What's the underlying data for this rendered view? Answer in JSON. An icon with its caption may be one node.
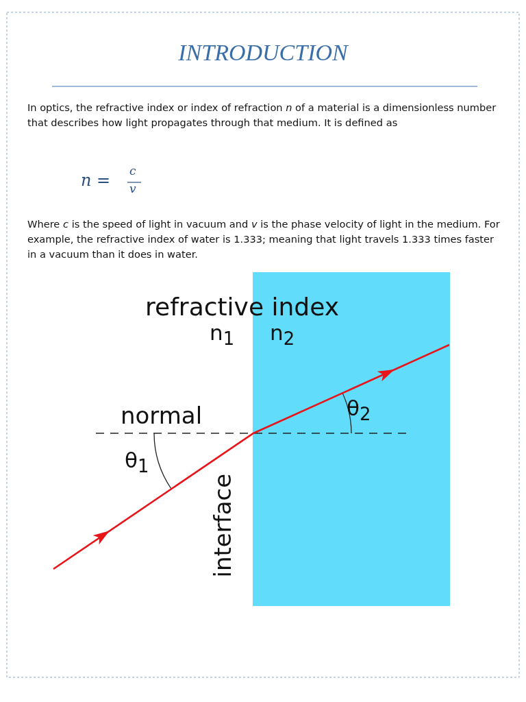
{
  "diagram": {
    "title": "INTRODUCTION",
    "labels": [
      "In optics, the refractive index or index of refraction *n* of a material is a dimensionless number that describes how light propagates through that medium. It is defined as",
      "n =",
      "c",
      "v",
      "Where *c* is the speed of light in vacuum and *v* is the phase velocity of light in the medium. For example, the refractive index of water is 1.333; meaning that light travels 1.333 times faster in a vacuum than it does in water.",
      "refractive index",
      "n$_{1}$",
      "n$_{2}$",
      "normal",
      "θ$_{1}$",
      "θ$_{2}$",
      "interface"
    ]
  }
}
